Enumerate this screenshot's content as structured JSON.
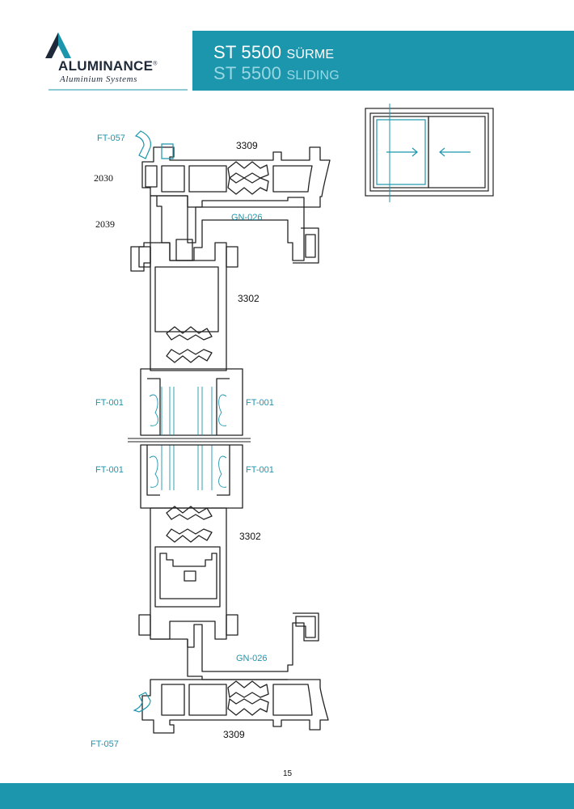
{
  "header": {
    "title_tr_main": "ST 5500",
    "title_tr_word": "SÜRME",
    "title_en_main": "ST 5500",
    "title_en_word": "SLIDING",
    "band_color": "#1b96ad"
  },
  "logo": {
    "brand": "ALUMINANCE",
    "mark": "®",
    "tagline": "Aluminium Systems",
    "icon": "triangle-logo-icon"
  },
  "labels": {
    "ft057_top": "FT-057",
    "p3309_top": "3309",
    "p2030": "2030",
    "p2039": "2039",
    "gn026_top": "GN-026",
    "p3302_top": "3302",
    "ft001_a": "FT-001",
    "ft001_b": "FT-001",
    "ft001_c": "FT-001",
    "ft001_d": "FT-001",
    "p3302_bottom": "3302",
    "gn026_bottom": "GN-026",
    "ft057_bottom": "FT-057",
    "p3309_bottom": "3309"
  },
  "diagram_icons": {
    "arrow_right": "arrow-right-icon",
    "arrow_left": "arrow-left-icon"
  },
  "footer": {
    "page_number": "15"
  }
}
